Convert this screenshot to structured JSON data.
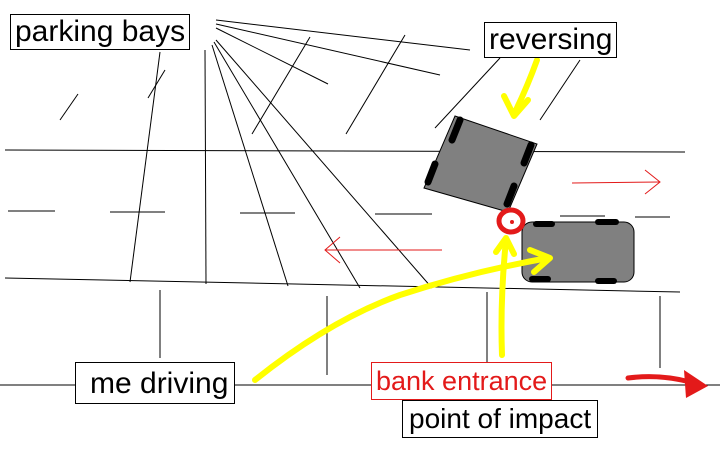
{
  "labels": {
    "parking_bays": "parking bays",
    "reversing": "reversing",
    "me_driving": "me driving",
    "bank_entrance": "bank entrance",
    "point_of_impact": "point of impact"
  },
  "colors": {
    "line": "#000000",
    "car_fill": "#808080",
    "tyre": "#000000",
    "annotation_arrow": "#ffff00",
    "impact_mark": "#e31a1a",
    "direction_arrow": "#e31a1a",
    "bank_entrance_text": "#e31a1a"
  },
  "icons": {
    "reversing_car": "car-top-view",
    "my_car": "car-top-view",
    "impact_point": "red-circle-marker",
    "traffic_direction": "arrow"
  }
}
